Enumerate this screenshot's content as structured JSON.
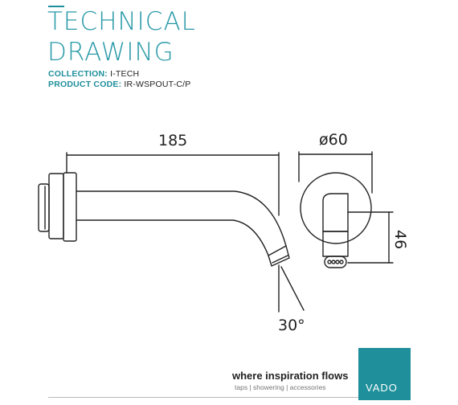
{
  "header": {
    "title_line1": "TECHNICAL",
    "title_line2": "DRAWING",
    "collection_label": "COLLECTION:",
    "collection_value": "I-TECH",
    "product_code_label": "PRODUCT CODE:",
    "product_code_value": "IR-WSPOUT-C/P"
  },
  "dimensions": {
    "length": "185",
    "diameter": "ø60",
    "height": "46",
    "angle": "30°"
  },
  "footer": {
    "tagline": "where inspiration flows",
    "categories": "taps | showering | accessories",
    "brand": "VADO"
  },
  "colors": {
    "accent": "#1e8f9b",
    "line": "#222222"
  }
}
